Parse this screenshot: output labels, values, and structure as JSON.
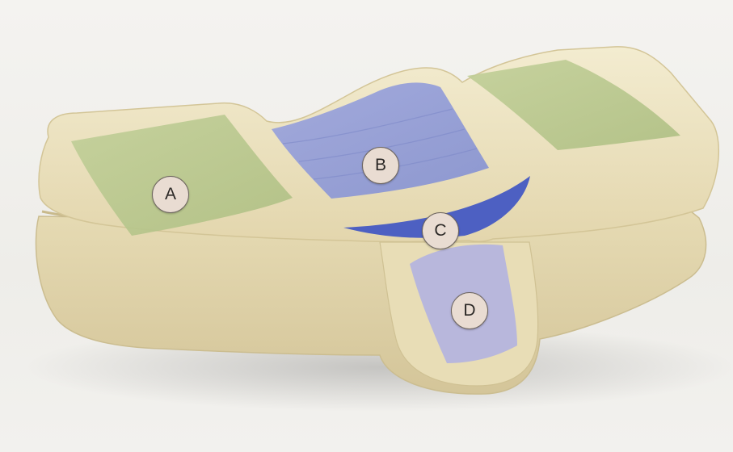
{
  "zones": [
    {
      "id": "A",
      "label": "A",
      "color": "#b9c98f"
    },
    {
      "id": "B",
      "label": "B",
      "color": "#8f98d8"
    },
    {
      "id": "C",
      "label": "C",
      "color": "#4d60c2"
    },
    {
      "id": "D",
      "label": "D",
      "color": "#b3b3df"
    }
  ],
  "pillow_color": "#ece2be"
}
